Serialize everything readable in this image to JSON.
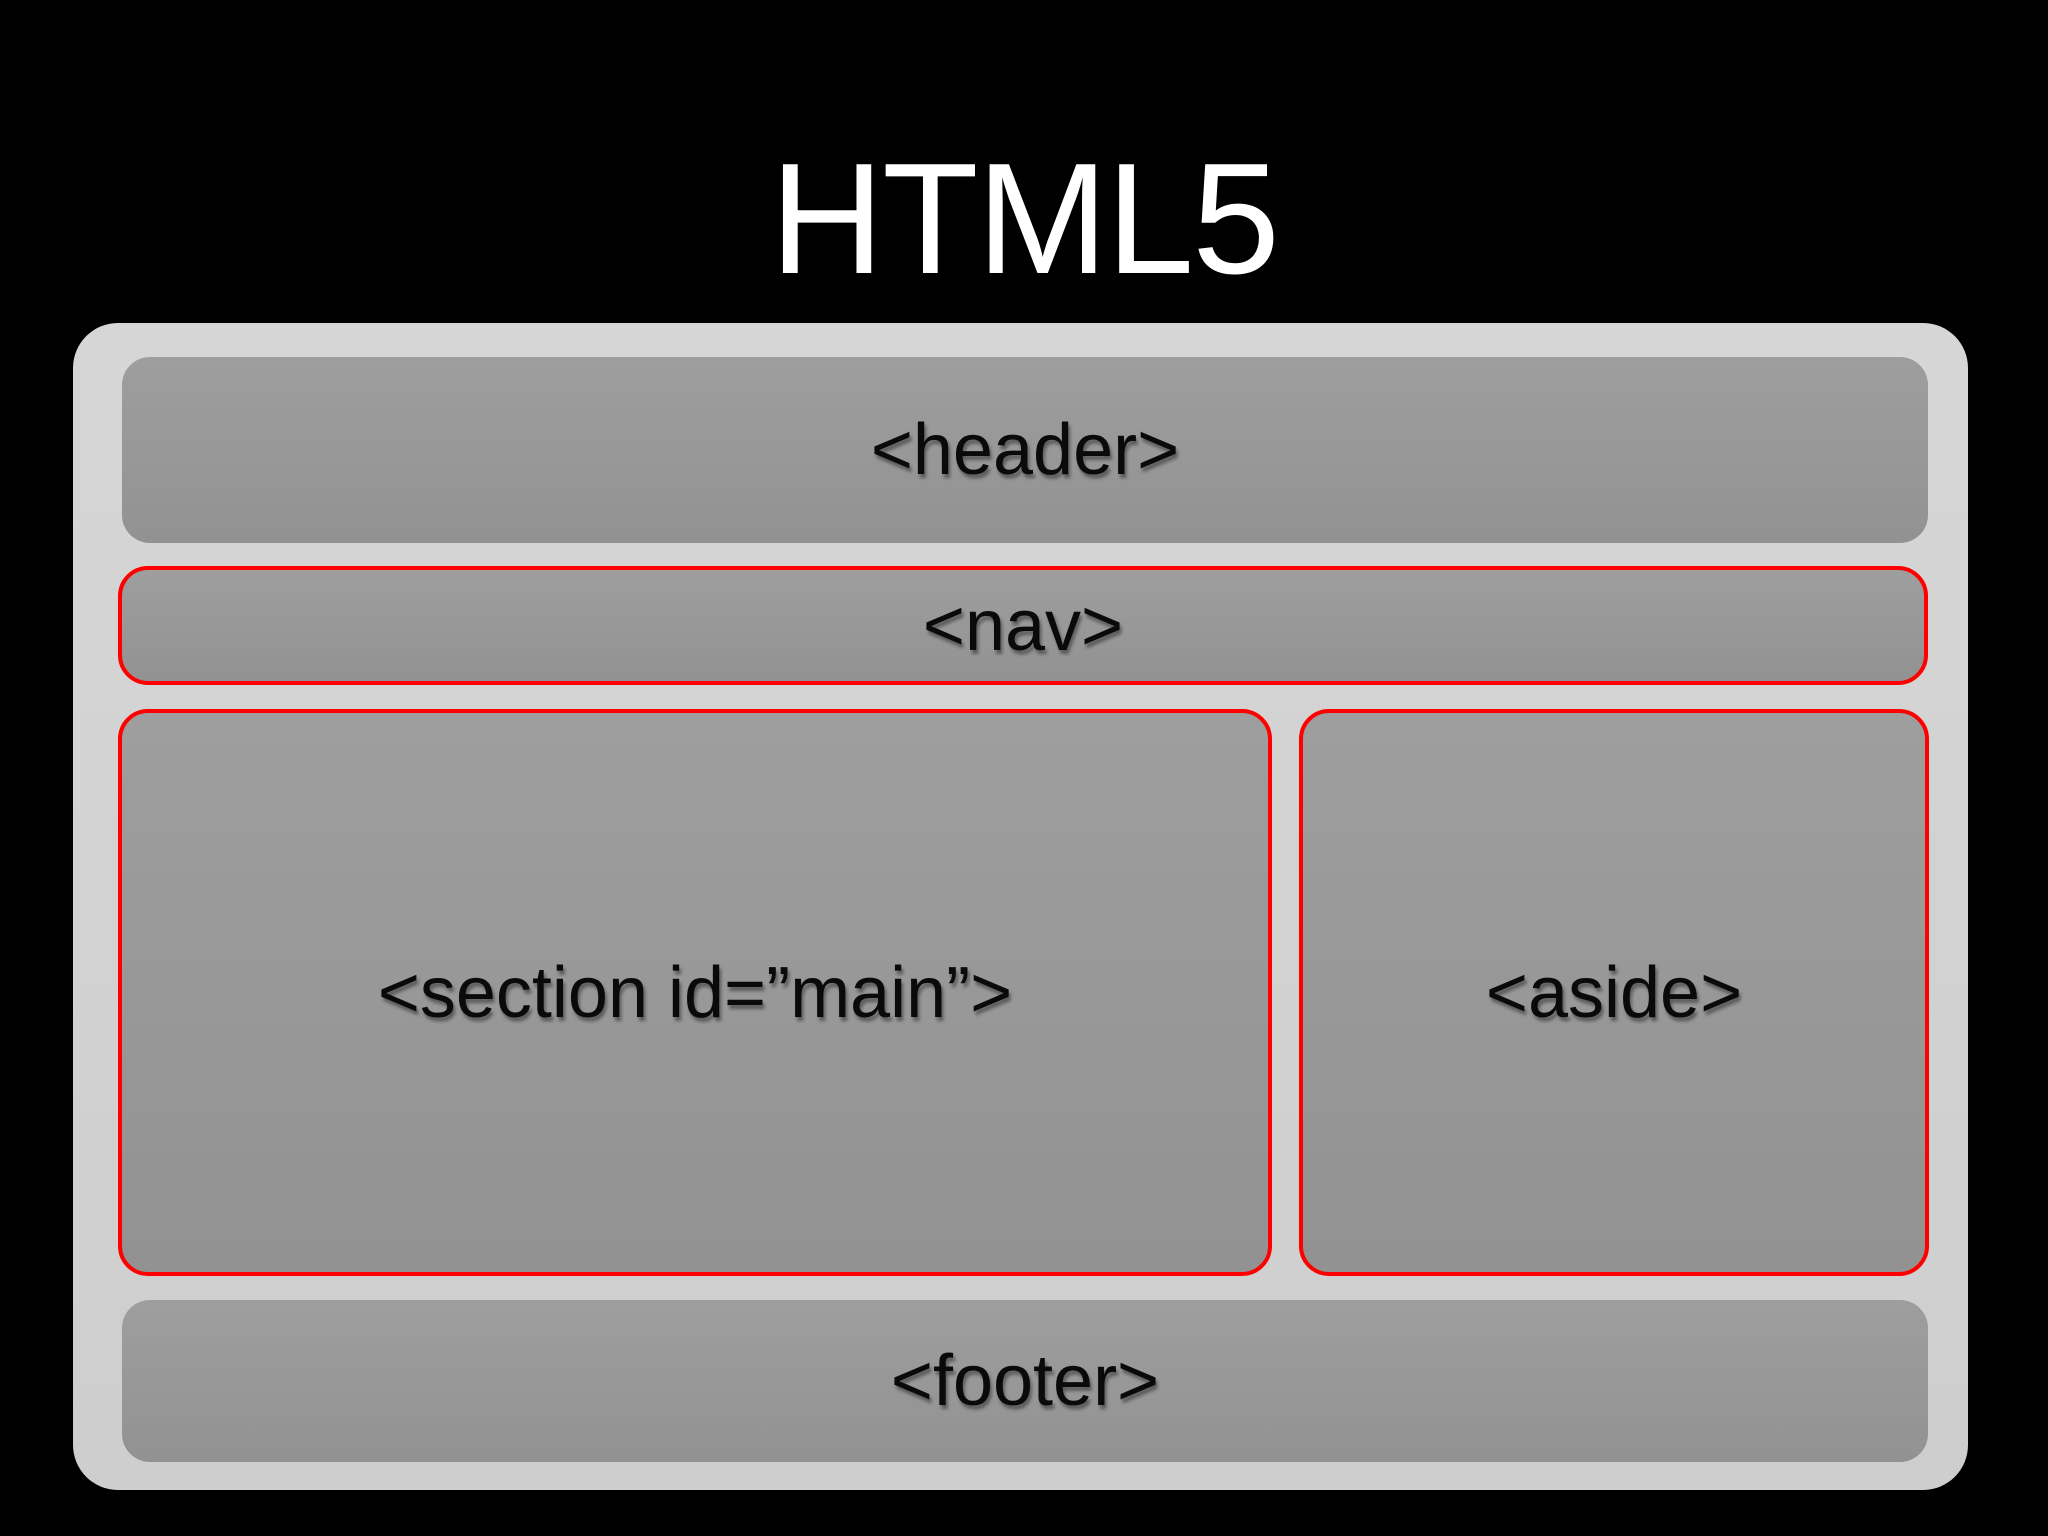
{
  "title": "HTML5",
  "colors": {
    "background": "#000000",
    "container": "#d2d2d2",
    "panel": "#999999",
    "accent": "#ff0000",
    "label": "#0a0a0a",
    "title": "#ffffff"
  },
  "boxes": {
    "header": {
      "label": "<header>",
      "red_border": false
    },
    "nav": {
      "label": "<nav>",
      "red_border": true
    },
    "section": {
      "label": "<section id=”main”>",
      "red_border": true
    },
    "aside": {
      "label": "<aside>",
      "red_border": true
    },
    "footer": {
      "label": "<footer>",
      "red_border": false
    }
  }
}
